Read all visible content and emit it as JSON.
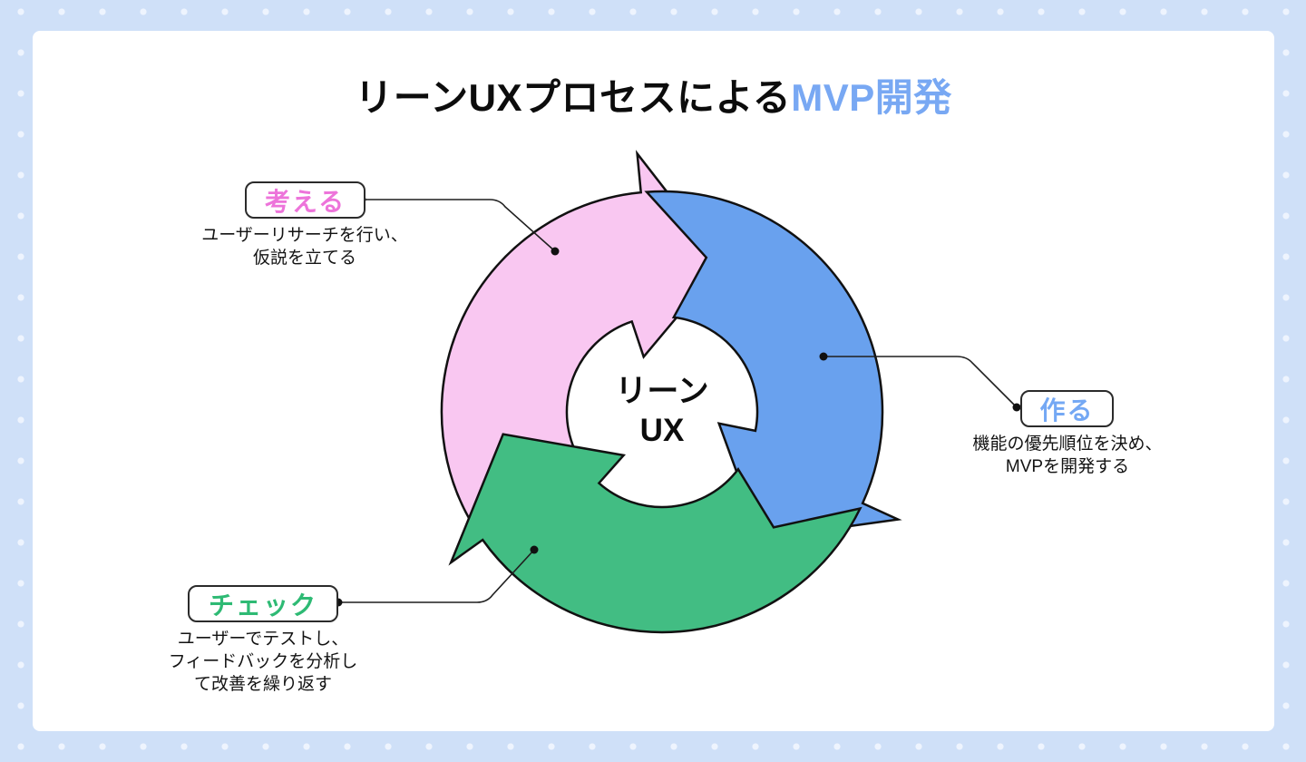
{
  "title": {
    "main": "リーンUXプロセスによる",
    "accent": "MVP開発",
    "accent_color": "#78a8f3"
  },
  "center_label": {
    "line1": "リーン",
    "line2": "UX"
  },
  "colors": {
    "background": "#cfe0f8",
    "background_dot": "#eef4fe",
    "card": "#ffffff",
    "arrow_outline": "#111111",
    "connector": "#1f1f1f",
    "body_text": "#131313"
  },
  "steps": [
    {
      "name": "think",
      "label": "考える",
      "label_color": "#ed74da",
      "arrow_color": "#f9c7f1",
      "desc": [
        "ユーザーリサーチを行い、",
        "仮説を立てる"
      ]
    },
    {
      "name": "build",
      "label": "作る",
      "label_color": "#74a8f4",
      "arrow_color": "#69a1ee",
      "desc": [
        "機能の優先順位を決め、",
        "MVPを開発する"
      ]
    },
    {
      "name": "check",
      "label": "チェック",
      "label_color": "#2eba74",
      "arrow_color": "#42bd83",
      "desc": [
        "ユーザーでテストし、",
        "フィードバックを分析し",
        "て改善を繰り返す"
      ]
    }
  ]
}
